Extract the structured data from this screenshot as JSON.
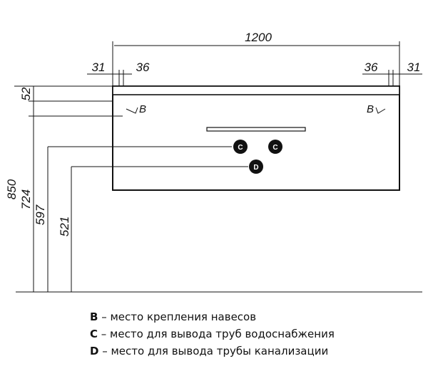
{
  "dimensions": {
    "width_total": "1200",
    "left_outer": "31",
    "left_inner": "36",
    "right_inner": "36",
    "right_outer": "31",
    "top_band": "52",
    "height_total": "850",
    "height_bottom": "724",
    "height_pipe_c": "597",
    "height_pipe_d": "521"
  },
  "markers": {
    "b_left": "B",
    "b_right": "B",
    "c_left": "C",
    "c_right": "C",
    "d": "D"
  },
  "legend": [
    {
      "key": "B",
      "text": " – место крепления навесов"
    },
    {
      "key": "C",
      "text": " – место для вывода труб водоснабжения"
    },
    {
      "key": "D",
      "text": " – место для вывода трубы канализации"
    }
  ]
}
